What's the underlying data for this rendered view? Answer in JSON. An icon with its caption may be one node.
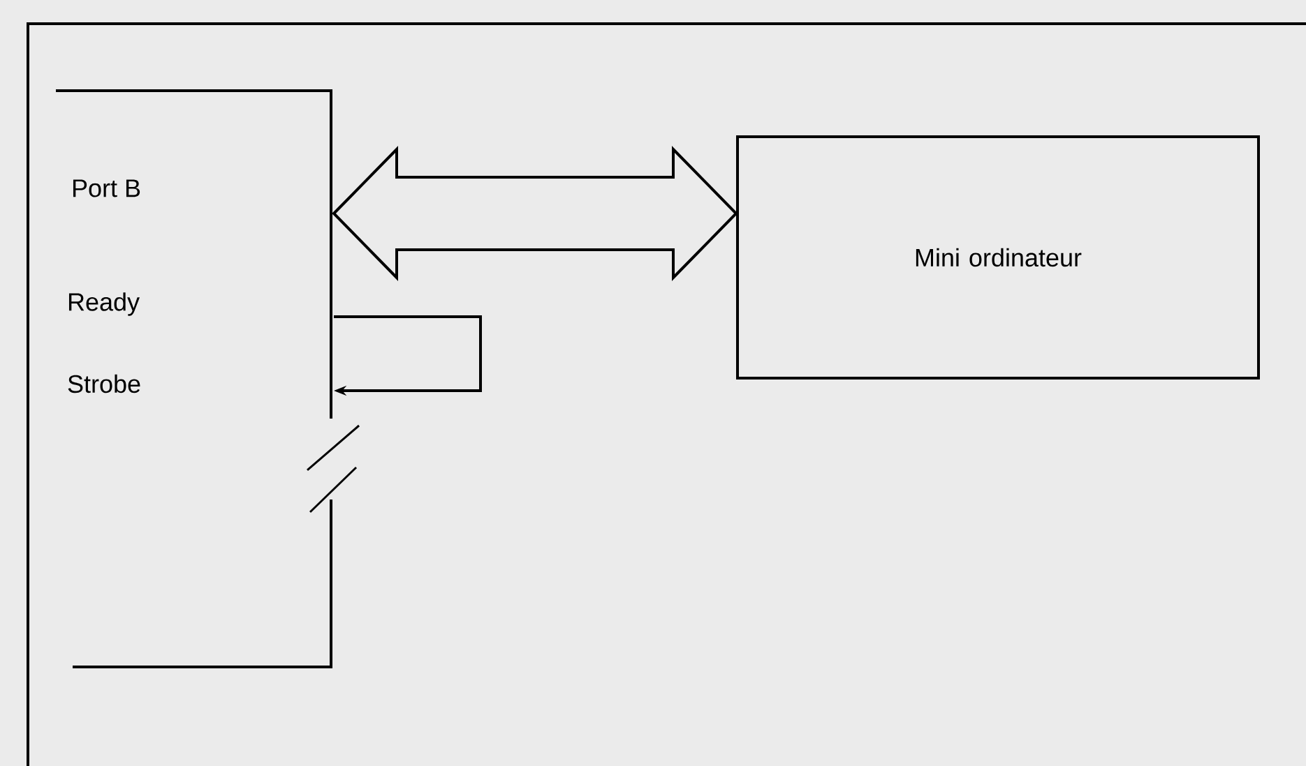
{
  "diagram": {
    "nodes": [
      {
        "text": [
          "Port B",
          "Ready",
          "Strobe"
        ]
      },
      {
        "text": [
          "Mini ordinateur"
        ]
      }
    ],
    "edges": [
      {
        "from": 0,
        "to": 1,
        "arrow": "both",
        "style": "thick"
      },
      {
        "from": 0,
        "to": 0,
        "arrow": "to"
      }
    ]
  }
}
